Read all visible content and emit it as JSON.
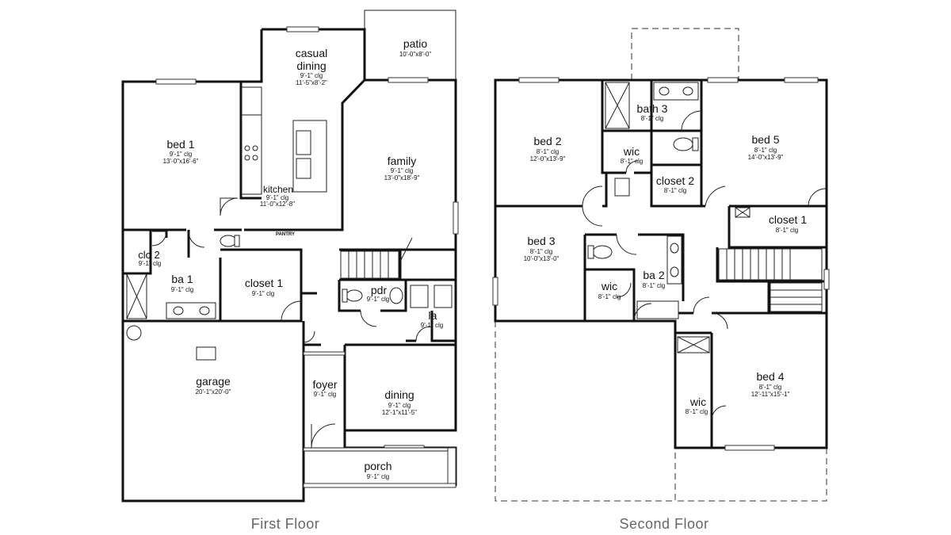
{
  "plan": {
    "first_floor": {
      "caption": "First Floor",
      "rooms": {
        "casual_dining": {
          "name": "casual dining",
          "name_line1": "casual",
          "name_line2": "dining",
          "clg": "9'-1\" clg",
          "size": "11'-5\"x8'-2\""
        },
        "patio": {
          "name": "patio",
          "size": "10'-0\"x8'-0\""
        },
        "bed1": {
          "name": "bed 1",
          "clg": "9'-1\" clg",
          "size": "13'-0\"x16'-6\""
        },
        "kitchen": {
          "name": "kitchen",
          "clg": "9'-1\" clg",
          "size": "11'-0\"x12'-8\""
        },
        "family": {
          "name": "family",
          "clg": "9'-1\" clg",
          "size": "13'-0\"x18'-9\""
        },
        "pantry": {
          "name": "PANTRY"
        },
        "clo2": {
          "name": "clo 2",
          "clg": "9'-1\" clg"
        },
        "ba1": {
          "name": "ba 1",
          "clg": "9'-1\" clg"
        },
        "closet1": {
          "name": "closet 1",
          "clg": "9'-1\" clg"
        },
        "pdr": {
          "name": "pdr",
          "clg": "9'-1\" clg"
        },
        "la": {
          "name": "la",
          "clg": "9'-1\" clg"
        },
        "garage": {
          "name": "garage",
          "size": "20'-1\"x20'-0\""
        },
        "foyer": {
          "name": "foyer",
          "clg": "9'-1\" clg"
        },
        "dining": {
          "name": "dining",
          "clg": "9'-1\" clg",
          "size": "12'-1\"x11'-5\""
        },
        "porch": {
          "name": "porch",
          "clg": "9'-1\" clg"
        }
      }
    },
    "second_floor": {
      "caption": "Second Floor",
      "rooms": {
        "bath3": {
          "name": "bath 3",
          "clg": "8'-1\" clg"
        },
        "bed2": {
          "name": "bed 2",
          "clg": "8'-1\" clg",
          "size": "12'-0\"x13'-9\""
        },
        "wic_a": {
          "name": "wic",
          "clg": "8'-1\" clg"
        },
        "bed5": {
          "name": "bed 5",
          "clg": "8'-1\" clg",
          "size": "14'-0\"x13'-9\""
        },
        "closet2": {
          "name": "closet 2",
          "clg": "8'-1\" clg"
        },
        "closet1": {
          "name": "closet 1",
          "clg": "8'-1\" clg"
        },
        "bed3": {
          "name": "bed 3",
          "clg": "8'-1\" clg",
          "size": "10'-0\"x13'-0\""
        },
        "ba2": {
          "name": "ba 2",
          "clg": "8'-1\" clg"
        },
        "wic_b": {
          "name": "wic",
          "clg": "8'-1\" clg"
        },
        "bed4": {
          "name": "bed 4",
          "clg": "8'-1\" clg",
          "size": "12'-11\"x15'-1\""
        },
        "wic_c": {
          "name": "wic",
          "clg": "8'-1\" clg"
        }
      }
    }
  }
}
